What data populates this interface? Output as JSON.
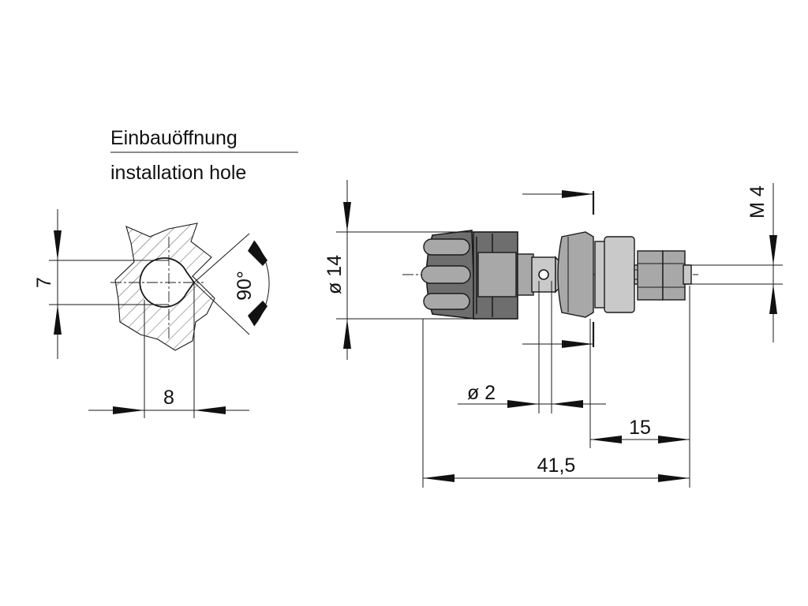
{
  "labels": {
    "title_de": "Einbauöffnung",
    "title_en": "installation hole",
    "dim_7": "7",
    "dim_8": "8",
    "dim_90": "90°",
    "dim_d14": "ø 14",
    "dim_d2": "ø 2",
    "dim_m4": "M 4",
    "dim_15": "15",
    "dim_415": "41,5"
  },
  "colors": {
    "line": "#1a1a1a",
    "knob_dark": "#6e6e6e",
    "metal_mid": "#a8a8a8",
    "metal_light": "#c9c9c9"
  }
}
